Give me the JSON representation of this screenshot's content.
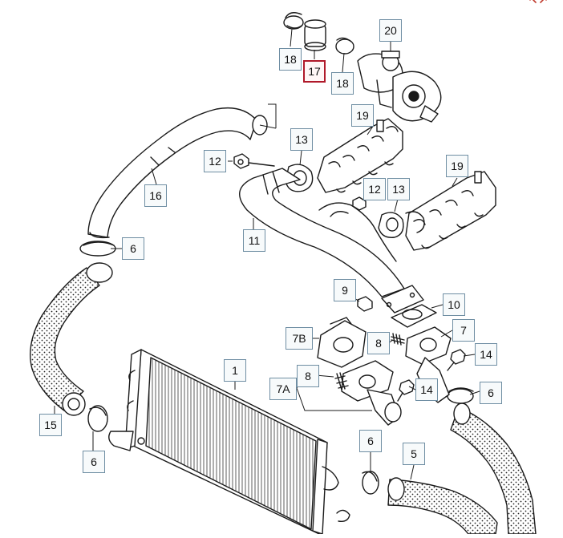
{
  "diagram": {
    "selected_part": "17",
    "callouts": [
      {
        "id": "c18a",
        "label": "18"
      },
      {
        "id": "c17",
        "label": "17"
      },
      {
        "id": "c18b",
        "label": "18"
      },
      {
        "id": "c20",
        "label": "20"
      },
      {
        "id": "c19a",
        "label": "19"
      },
      {
        "id": "c13a",
        "label": "13"
      },
      {
        "id": "c12a",
        "label": "12"
      },
      {
        "id": "c16",
        "label": "16"
      },
      {
        "id": "c19b",
        "label": "19"
      },
      {
        "id": "c12b",
        "label": "12"
      },
      {
        "id": "c13b",
        "label": "13"
      },
      {
        "id": "c6a",
        "label": "6"
      },
      {
        "id": "c11",
        "label": "11"
      },
      {
        "id": "c9",
        "label": "9"
      },
      {
        "id": "c10",
        "label": "10"
      },
      {
        "id": "c7B",
        "label": "7B"
      },
      {
        "id": "c7",
        "label": "7"
      },
      {
        "id": "c8a",
        "label": "8"
      },
      {
        "id": "c14a",
        "label": "14"
      },
      {
        "id": "c1",
        "label": "1"
      },
      {
        "id": "c8b",
        "label": "8"
      },
      {
        "id": "c7A",
        "label": "7A"
      },
      {
        "id": "c14b",
        "label": "14"
      },
      {
        "id": "c6b",
        "label": "6"
      },
      {
        "id": "c15",
        "label": "15"
      },
      {
        "id": "c6c",
        "label": "6"
      },
      {
        "id": "c6d",
        "label": "6"
      },
      {
        "id": "c5",
        "label": "5"
      }
    ]
  },
  "colors": {
    "line": "#1a1a1a",
    "callout_border": "#6f8ea3",
    "selected_border": "#b0192a",
    "expand_icon": "#c0392b"
  },
  "icons": {
    "expand": "expand-arrows-icon"
  }
}
